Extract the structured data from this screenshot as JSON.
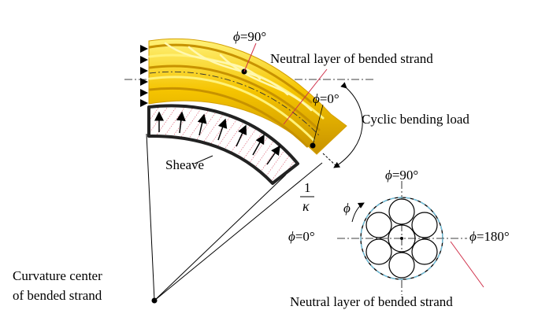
{
  "labels": {
    "phi_90_top": "=90°",
    "neutral_layer_top": "Neutral layer of bended strand",
    "phi_0_top": "=0°",
    "cyclic_bending_load": "Cyclic bending load",
    "sheave": "Sheave",
    "kappa_numerator": "1",
    "kappa_symbol": "κ",
    "phi_symbol": "ϕ",
    "section_phi_90": "=90°",
    "section_phi_0": "=0°",
    "section_phi_180": "=180°",
    "curvature_center_line1": "Curvature center",
    "curvature_center_line2": "of bended strand",
    "neutral_layer_bottom": "Neutral layer of bended strand"
  },
  "colors": {
    "strand_yellow": "#f5c400",
    "strand_highlight": "#fff27a",
    "strand_shadow": "#c79200",
    "hatch_red": "#d0304a",
    "neutral_cyan": "#6fc6e6"
  }
}
